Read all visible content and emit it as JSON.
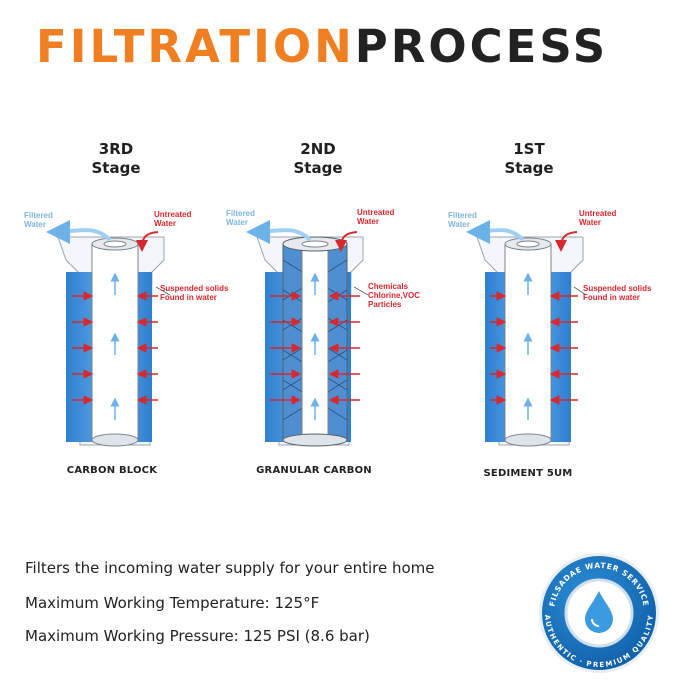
{
  "title": {
    "part1": "FILTRATION",
    "part2": "PROCESS"
  },
  "stages": [
    {
      "heading_1": "3RD",
      "heading_2": "Stage",
      "out_label_1": "Filtered",
      "out_label_2": "Water",
      "in_label_1": "Untreated",
      "in_label_2": "Water",
      "side_label_1": "Suspended solids",
      "side_label_2": "Found in water",
      "caption": "CARBON BLOCK"
    },
    {
      "heading_1": "2ND",
      "heading_2": "Stage",
      "out_label_1": "Filtered",
      "out_label_2": "Water",
      "in_label_1": "Untreated",
      "in_label_2": "Water",
      "side_label_1": "Chemicals",
      "side_label_2": "Chlorine,VOC",
      "side_label_3": "Particles",
      "caption": "GRANULAR CARBON"
    },
    {
      "heading_1": "1ST",
      "heading_2": "Stage",
      "out_label_1": "Filtered",
      "out_label_2": "Water",
      "in_label_1": "Untreated",
      "in_label_2": "Water",
      "side_label_1": "Suspended solids",
      "side_label_2": "Found in water",
      "caption": "SEDIMENT 5UM"
    }
  ],
  "info": [
    "Filters the incoming water supply for your entire home",
    "Maximum Working Temperature: 125°F",
    "Maximum Working Pressure: 125 PSI (8.6 bar)"
  ],
  "seal": {
    "top_text": "FILSADAE WATER SERVICE",
    "bottom_text": "AUTHENTIC · PREMIUM QUALITY"
  },
  "colors": {
    "accent": "#f07f22",
    "dark": "#222222",
    "water": "#3d8fd8",
    "arrow": "#d8272e",
    "label_blue": "#7eb6dc"
  }
}
